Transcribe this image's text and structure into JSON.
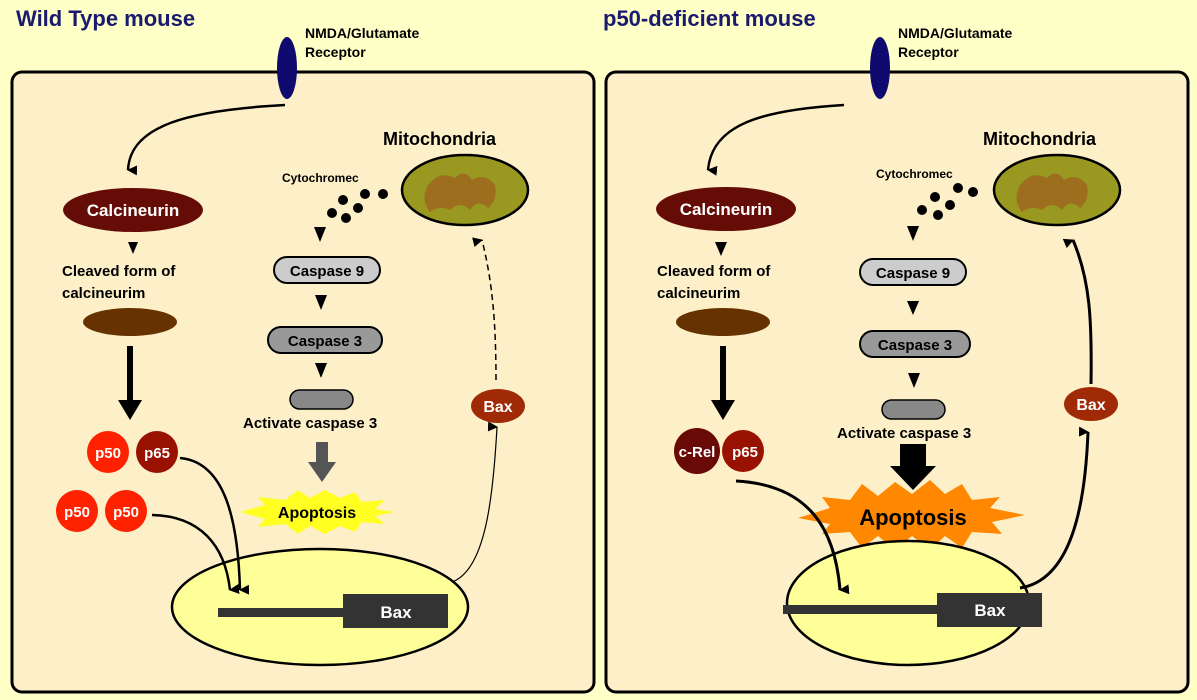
{
  "colors": {
    "background": "#ffffc8",
    "cell": "#fdf0c8",
    "receptor": "#0f0a6e",
    "calcineurin": "#660c06",
    "cleaved": "#663300",
    "p50": "#ff2200",
    "p65": "#991100",
    "crel": "#6a0a06",
    "bax_protein": "#a02a06",
    "caspase9": "#cccccc",
    "caspase3": "#999999",
    "active_caspase": "#888888",
    "mitochondria": "#999922",
    "mito_inner": "#9c6e1e",
    "nucleus": "#ffff99",
    "gene": "#333333",
    "apoptosis_weak": "#ffff22",
    "apoptosis_strong": "#ff8800",
    "title": "#1a1a6e"
  },
  "panels": [
    {
      "id": "wild-type",
      "title": "Wild Type mouse",
      "receptor_label": [
        "NMDA/Glutamate",
        "Receptor"
      ],
      "calcineurin": "Calcineurin",
      "cleaved_label": [
        "Cleaved form of",
        "calcineurim"
      ],
      "dimers": [
        [
          "p50",
          "p65"
        ],
        [
          "p50",
          "p50"
        ]
      ],
      "mitochondria": "Mitochondria",
      "cytochrome": "Cytochromec",
      "caspase9": "Caspase 9",
      "caspase3": "Caspase 3",
      "activate": "Activate caspase 3",
      "apoptosis": "Apoptosis",
      "apoptosis_strength": "weak",
      "bax_protein": "Bax",
      "bax_gene": "Bax",
      "bax_to_mito": "dashed"
    },
    {
      "id": "p50-deficient",
      "title": "p50-deficient mouse",
      "receptor_label": [
        "NMDA/Glutamate",
        "Receptor"
      ],
      "calcineurin": "Calcineurin",
      "cleaved_label": [
        "Cleaved form of",
        "calcineurim"
      ],
      "dimers": [
        [
          "c-Rel",
          "p65"
        ]
      ],
      "mitochondria": "Mitochondria",
      "cytochrome": "Cytochromec",
      "caspase9": "Caspase 9",
      "caspase3": "Caspase 3",
      "activate": "Activate caspase 3",
      "apoptosis": "Apoptosis",
      "apoptosis_strength": "strong",
      "bax_protein": "Bax",
      "bax_gene": "Bax",
      "bax_to_mito": "solid"
    }
  ]
}
